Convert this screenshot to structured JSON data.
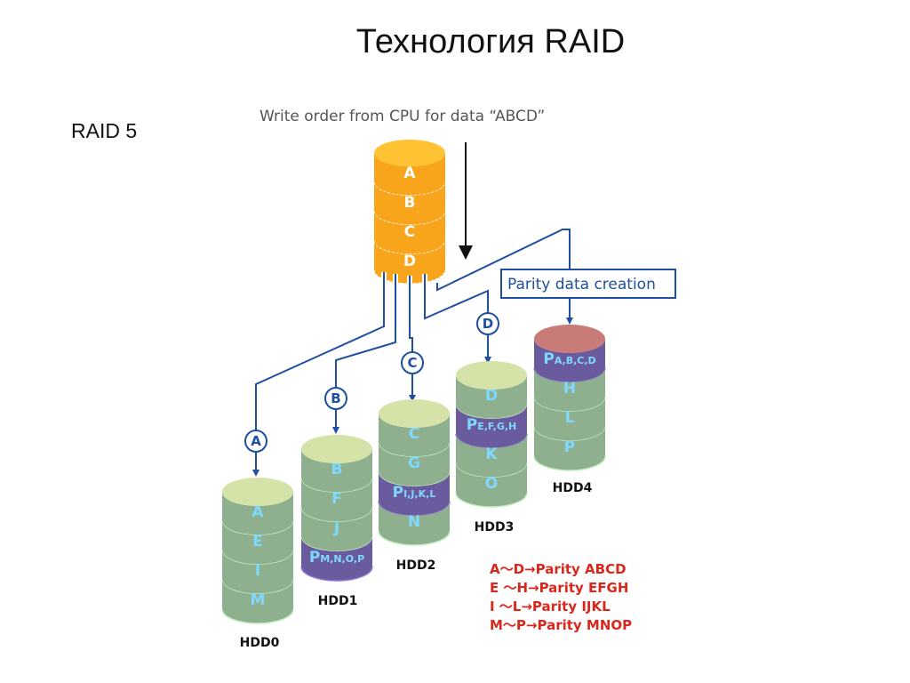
{
  "slide": {
    "title": "Технология RAID",
    "raid_level": "RAID 5"
  },
  "diagram": {
    "write_order_label": "Write order from CPU for data “ABCD”",
    "parity_box_label": "Parity data creation",
    "source_blocks": [
      "A",
      "B",
      "C",
      "D"
    ],
    "write_markers": [
      "A",
      "B",
      "C",
      "D"
    ],
    "disks": [
      {
        "name": "HDD0",
        "blocks": [
          {
            "text": "A"
          },
          {
            "text": "E"
          },
          {
            "text": "I"
          },
          {
            "text": "M"
          }
        ]
      },
      {
        "name": "HDD1",
        "blocks": [
          {
            "text": "B"
          },
          {
            "text": "F"
          },
          {
            "text": "J"
          },
          {
            "p": "P",
            "sub": "M,N,O,P"
          }
        ]
      },
      {
        "name": "HDD2",
        "blocks": [
          {
            "text": "C"
          },
          {
            "text": "G"
          },
          {
            "p": "P",
            "sub": "I,J,K,L"
          },
          {
            "text": "N"
          }
        ]
      },
      {
        "name": "HDD3",
        "blocks": [
          {
            "text": "D"
          },
          {
            "p": "P",
            "sub": "E,F,G,H"
          },
          {
            "text": "K"
          },
          {
            "text": "O"
          }
        ]
      },
      {
        "name": "HDD4",
        "blocks": [
          {
            "p": "P",
            "sub": "A,B,C,D"
          },
          {
            "text": "H"
          },
          {
            "text": "L"
          },
          {
            "text": "P"
          }
        ]
      }
    ],
    "legend": [
      "A～D→Parity ABCD",
      "E ～H→Parity EFGH",
      "I ～L→Parity IJKL",
      "M～P→Parity MNOP"
    ],
    "colors": {
      "data_block": "#8fb08f",
      "parity_block": "#6a5a9e",
      "disk_top": "#d6e3a8",
      "parity_disk_top": "#c97b78",
      "source_block": "#f8a51c",
      "source_top": "#ffc233",
      "connector": "#1f4fa0",
      "legend": "#d9271e"
    }
  }
}
